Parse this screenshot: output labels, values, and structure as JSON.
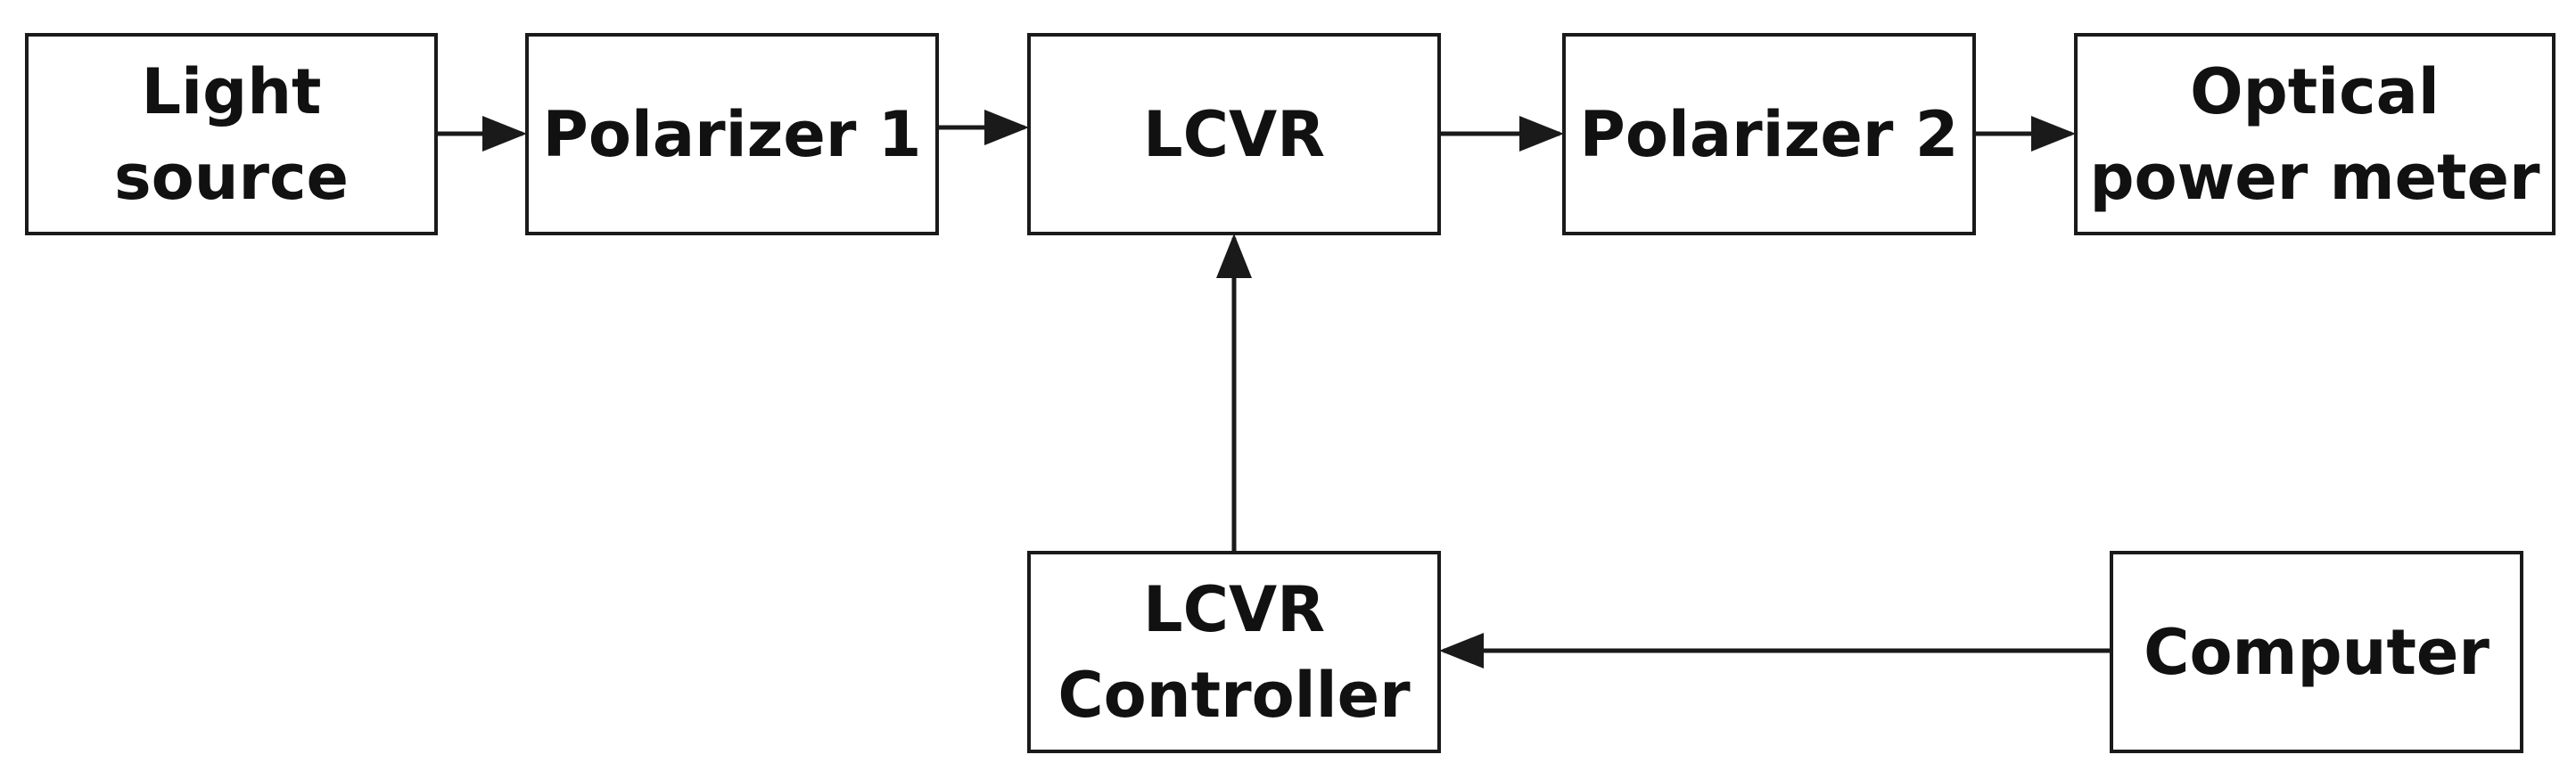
{
  "blocks": {
    "light_source": {
      "line1": "Light",
      "line2": "source"
    },
    "polarizer_1": {
      "line1": "Polarizer 1"
    },
    "lcvr": {
      "line1": "LCVR"
    },
    "polarizer_2": {
      "line1": "Polarizer 2"
    },
    "optical_power_meter": {
      "line1": "Optical",
      "line2": "power meter"
    },
    "lcvr_controller": {
      "line1": "LCVR",
      "line2": "Controller"
    },
    "computer": {
      "line1": "Computer"
    }
  },
  "connections": [
    {
      "from": "light_source",
      "to": "polarizer_1"
    },
    {
      "from": "polarizer_1",
      "to": "lcvr"
    },
    {
      "from": "lcvr",
      "to": "polarizer_2"
    },
    {
      "from": "polarizer_2",
      "to": "optical_power_meter"
    },
    {
      "from": "lcvr_controller",
      "to": "lcvr"
    },
    {
      "from": "computer",
      "to": "lcvr_controller"
    }
  ],
  "colors": {
    "stroke": "#1a1a1a",
    "text": "#111111",
    "background": "#ffffff"
  }
}
